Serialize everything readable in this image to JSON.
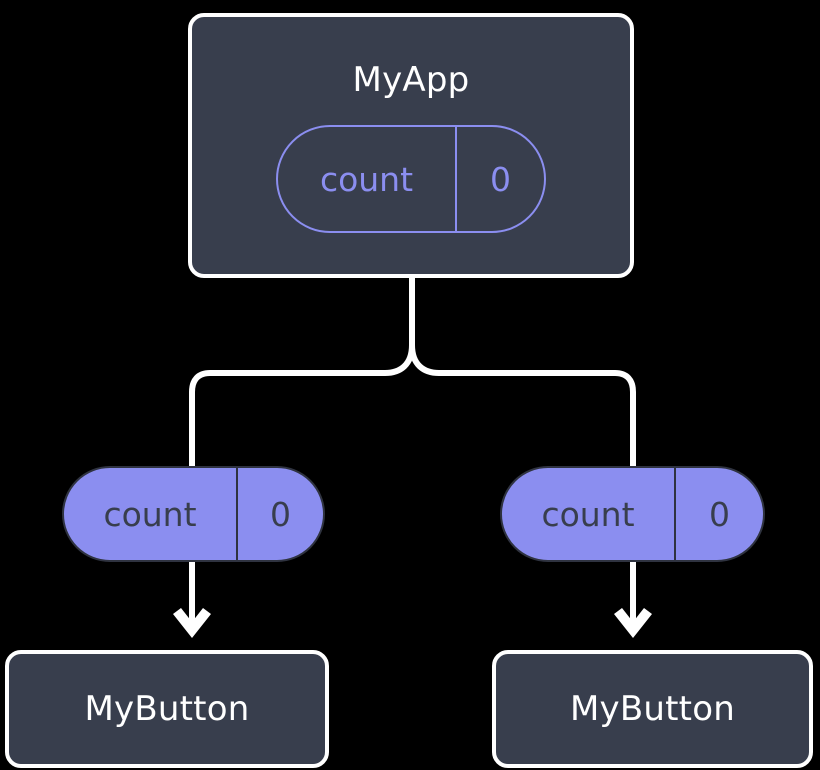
{
  "diagram": {
    "title": "MyApp component tree with count state passed to MyButton children",
    "colors": {
      "background": "#000000",
      "node_fill": "#383e4d",
      "node_border": "#ffffff",
      "accent_purple": "#8b8ef0",
      "dark_text": "#383e4d",
      "light_text": "#ffffff",
      "wire": "#ffffff"
    },
    "root": {
      "name": "MyApp",
      "state_pill": {
        "key": "count",
        "value": "0",
        "style": "outline"
      }
    },
    "edges": [
      {
        "from": "MyApp",
        "to": "prop-left",
        "style": "fork"
      },
      {
        "from": "MyApp",
        "to": "prop-right",
        "style": "fork"
      },
      {
        "from": "prop-left",
        "to": "MyButton-left",
        "style": "arrow"
      },
      {
        "from": "prop-right",
        "to": "MyButton-right",
        "style": "arrow"
      }
    ],
    "children": [
      {
        "prop_pill": {
          "key": "count",
          "value": "0",
          "style": "filled"
        },
        "name": "MyButton"
      },
      {
        "prop_pill": {
          "key": "count",
          "value": "0",
          "style": "filled"
        },
        "name": "MyButton"
      }
    ]
  }
}
